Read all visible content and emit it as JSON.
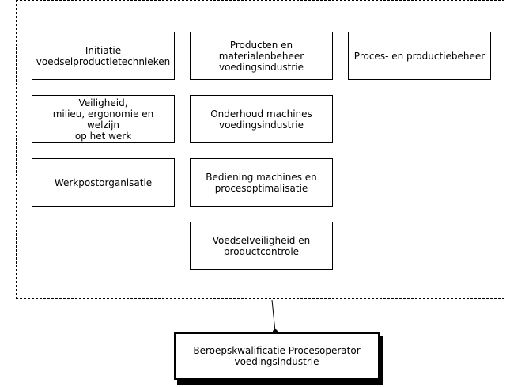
{
  "modules": [
    {
      "id": "initiatie",
      "label": "Initiatie\nvoedselproductietechnieken"
    },
    {
      "id": "producten",
      "label": "Producten en\nmaterialenbeheer\nvoedingsindustrie"
    },
    {
      "id": "proces",
      "label": "Proces- en productiebeheer"
    },
    {
      "id": "veiligheid",
      "label": "Veiligheid,\nmilieu, ergonomie en welzijn\nop het werk"
    },
    {
      "id": "onderhoud",
      "label": "Onderhoud machines\nvoedingsindustrie"
    },
    {
      "id": "werkpost",
      "label": "Werkpostorganisatie"
    },
    {
      "id": "bediening",
      "label": "Bediening machines en\nprocesoptimalisatie"
    },
    {
      "id": "voedselveiligheid",
      "label": "Voedselveiligheid en\nproductcontrole"
    }
  ],
  "qualification": {
    "label": "Beroepskwalificatie Procesoperator\nvoedingsindustrie"
  }
}
